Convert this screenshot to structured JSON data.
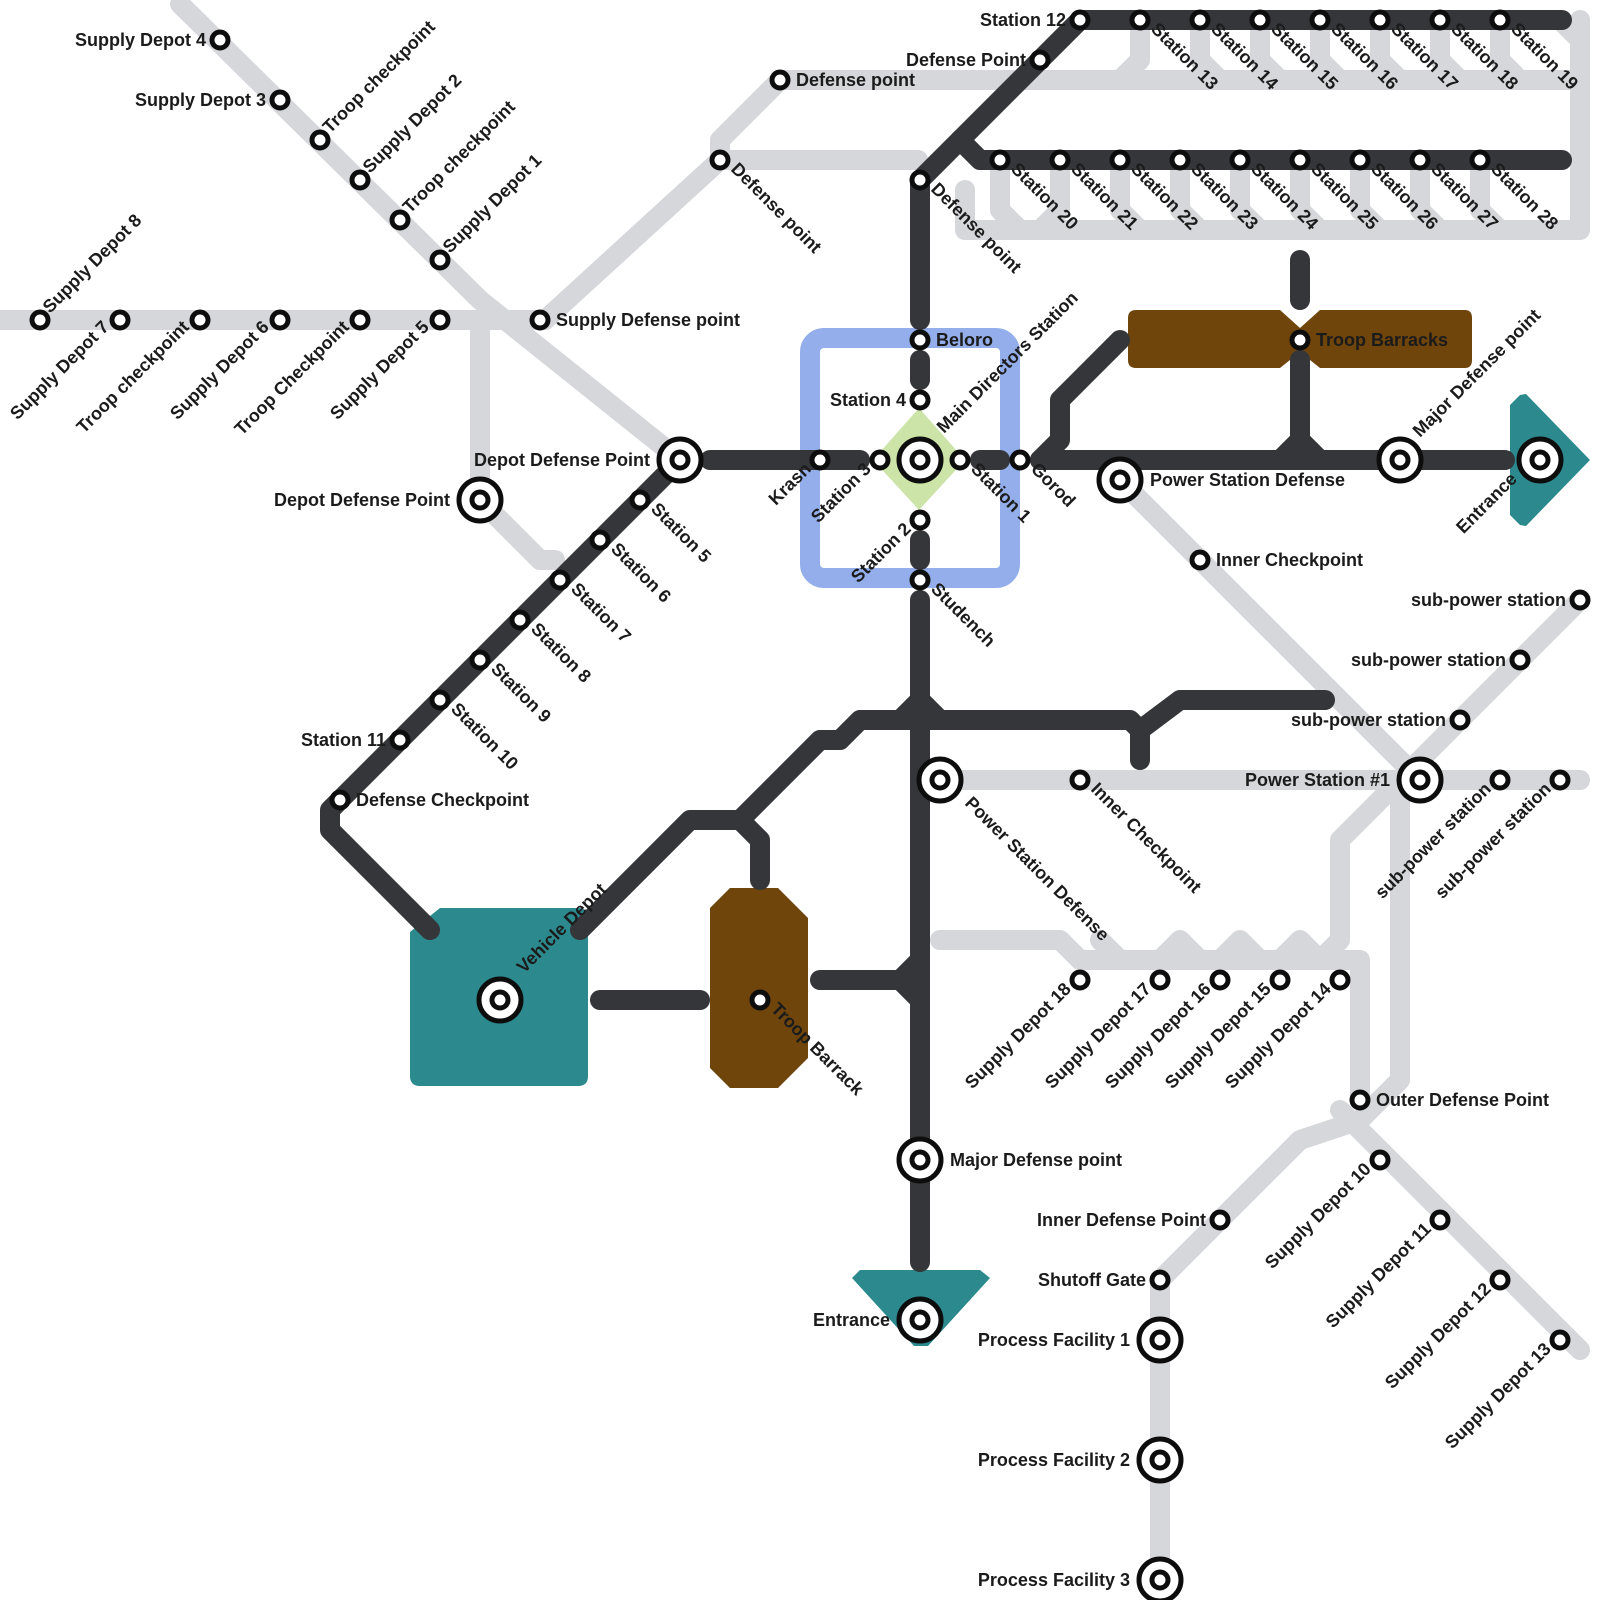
{
  "colors": {
    "line_gray": "#d6d7db",
    "line_dark": "#35363a",
    "zone_blue": "#93aeea",
    "zone_green": "#cde4a8",
    "zone_brown": "#6f450c",
    "zone_teal": "#2c8a8e",
    "station_fill": "#ffffff",
    "station_ring": "#0d0d0d"
  },
  "stations": {
    "supply_depot_4": "Supply Depot 4",
    "supply_depot_3": "Supply Depot 3",
    "troop_checkpoint_a": "Troop checkpoint",
    "supply_depot_2": "Supply Depot 2",
    "troop_checkpoint_b": "Troop checkpoint",
    "supply_depot_1": "Supply Depot 1",
    "supply_depot_8": "Supply Depot 8",
    "supply_depot_7": "Supply Depot 7",
    "troop_checkpoint_c": "Troop checkpoint",
    "supply_depot_6": "Supply Depot 6",
    "troop_checkpoint_d": "Troop Checkpoint",
    "supply_depot_5": "Supply Depot 5",
    "supply_defense_point": "Supply Defense point",
    "defense_point_top": "Defense point",
    "defense_point_diag1": "Defense point",
    "defense_point_diag2": "Defense point",
    "defense_point_upper": "Defense Point",
    "station_12": "Station 12",
    "station_13": "Station 13",
    "station_14": "Station 14",
    "station_15": "Station 15",
    "station_16": "Station 16",
    "station_17": "Station 17",
    "station_18": "Station 18",
    "station_19": "Station 19",
    "station_20": "Station 20",
    "station_21": "Station 21",
    "station_22": "Station 22",
    "station_23": "Station 23",
    "station_24": "Station 24",
    "station_25": "Station 25",
    "station_26": "Station 26",
    "station_27": "Station 27",
    "station_28": "Station 28",
    "beloro": "Beloro",
    "station_4": "Station 4",
    "main_directors": "Main Directors Station",
    "krasn": "Krasn",
    "station_3": "Station 3",
    "station_1": "Station 1",
    "gorod": "Gorod",
    "station_2": "Station 2",
    "studench": "Studench",
    "troop_barracks": "Troop Barracks",
    "major_defense_point_east": "Major Defense point",
    "entrance_east": "Entrance",
    "power_station_defense_a": "Power Station Defense",
    "inner_checkpoint_a": "Inner Checkpoint",
    "depot_defense_point_a": "Depot Defense Point",
    "depot_defense_point_b": "Depot Defense Point",
    "station_5": "Station 5",
    "station_6": "Station 6",
    "station_7": "Station 7",
    "station_8": "Station 8",
    "station_9": "Station 9",
    "station_10": "Station 10",
    "station_11": "Station 11",
    "defense_checkpoint": "Defense Checkpoint",
    "sub_power_1": "sub-power station",
    "sub_power_2": "sub-power station",
    "sub_power_3": "sub-power station",
    "power_station_1": "Power Station #1",
    "sub_power_4": "sub-power station",
    "sub_power_5": "sub-power station",
    "power_station_defense_b": "Power Station Defense",
    "inner_checkpoint_b": "Inner Checkpoint",
    "vehicle_depot": "Vehicle Depot",
    "troop_barrack": "Troop Barrack",
    "supply_depot_18": "Supply Depot 18",
    "supply_depot_17": "Supply Depot 17",
    "supply_depot_16": "Supply Depot 16",
    "supply_depot_15": "Supply Depot 15",
    "supply_depot_14": "Supply Depot 14",
    "outer_defense_point": "Outer Defense Point",
    "major_defense_point_south": "Major Defense point",
    "inner_defense_point": "Inner Defense Point",
    "shutoff_gate": "Shutoff Gate",
    "supply_depot_10": "Supply Depot 10",
    "supply_depot_11": "Supply Depot 11",
    "supply_depot_12": "Supply Depot 12",
    "supply_depot_13": "Supply Depot 13",
    "entrance_south": "Entrance",
    "process_facility_1": "Process Facility 1",
    "process_facility_2": "Process Facility 2",
    "process_facility_3": "Process Facility 3"
  }
}
